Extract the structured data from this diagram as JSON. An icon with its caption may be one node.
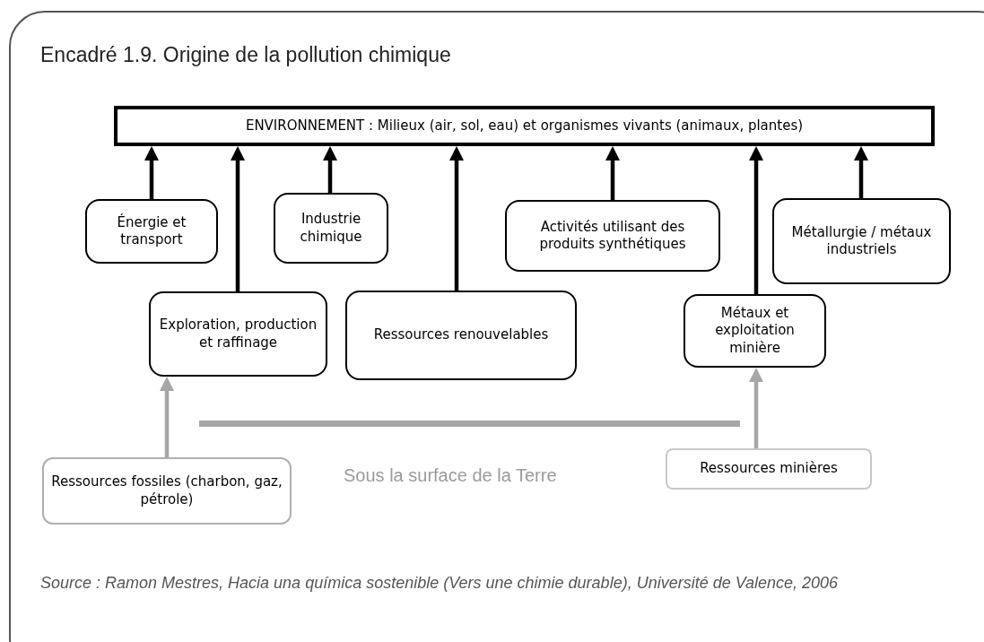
{
  "diagram": {
    "title": "Encadré 1.9. Origine de la pollution chimique",
    "nodes": [
      {
        "text": [
          "ENVIRONNEMENT : Milieux (air, sol, eau) et organismes vivants (animaux, plantes)"
        ]
      },
      {
        "text": [
          "Énergie et transport"
        ]
      },
      {
        "text": [
          "Industrie chimique"
        ]
      },
      {
        "text": [
          "Activités utilisant des produits synthétiques"
        ]
      },
      {
        "text": [
          "Métallurgie / métaux industriels"
        ]
      },
      {
        "text": [
          "Exploration, production et raffinage"
        ]
      },
      {
        "text": [
          "Ressources renouvelables"
        ]
      },
      {
        "text": [
          "Métaux et exploitation minière"
        ]
      },
      {
        "text": [
          "Ressources fossiles (charbon, gaz, pétrole)"
        ]
      },
      {
        "text": [
          "Ressources minières"
        ]
      }
    ],
    "edges": [
      {
        "from": 1,
        "to": 0,
        "arrow": "to"
      },
      {
        "from": 5,
        "to": 0,
        "arrow": "to"
      },
      {
        "from": 2,
        "to": 0,
        "arrow": "to"
      },
      {
        "from": 6,
        "to": 0,
        "arrow": "to"
      },
      {
        "from": 3,
        "to": 0,
        "arrow": "to"
      },
      {
        "from": 7,
        "to": 0,
        "arrow": "to"
      },
      {
        "from": 4,
        "to": 0,
        "arrow": "to"
      },
      {
        "from": 8,
        "to": 5,
        "arrow": "to",
        "color": "#a6a6a6"
      },
      {
        "from": 9,
        "to": 7,
        "arrow": "to",
        "color": "#a6a6a6"
      }
    ],
    "labels": [
      "Sous la surface de la Terre"
    ],
    "caption": "Source : Ramon Mestres, Hacia una química sostenible (Vers une chimie durable), Université de Valence, 2006"
  }
}
